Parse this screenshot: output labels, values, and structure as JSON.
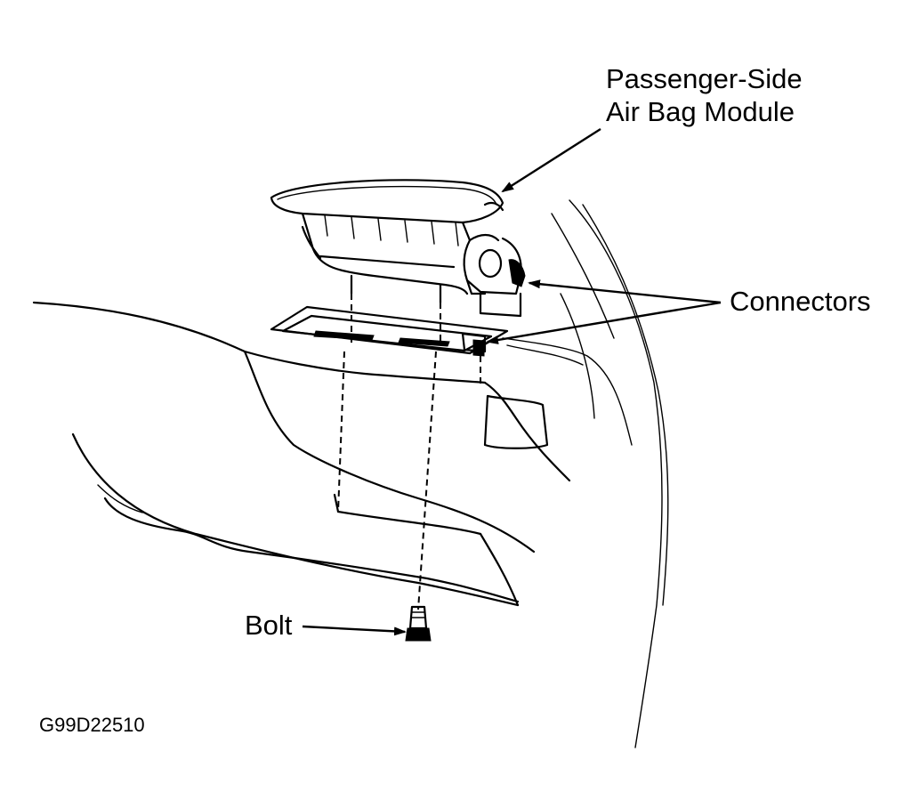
{
  "labels": {
    "module_line1": "Passenger-Side",
    "module_line2": "Air Bag Module",
    "connectors": "Connectors",
    "bolt": "Bolt"
  },
  "figure_code": "G99D22510",
  "colors": {
    "ink": "#000000",
    "background": "#ffffff"
  }
}
